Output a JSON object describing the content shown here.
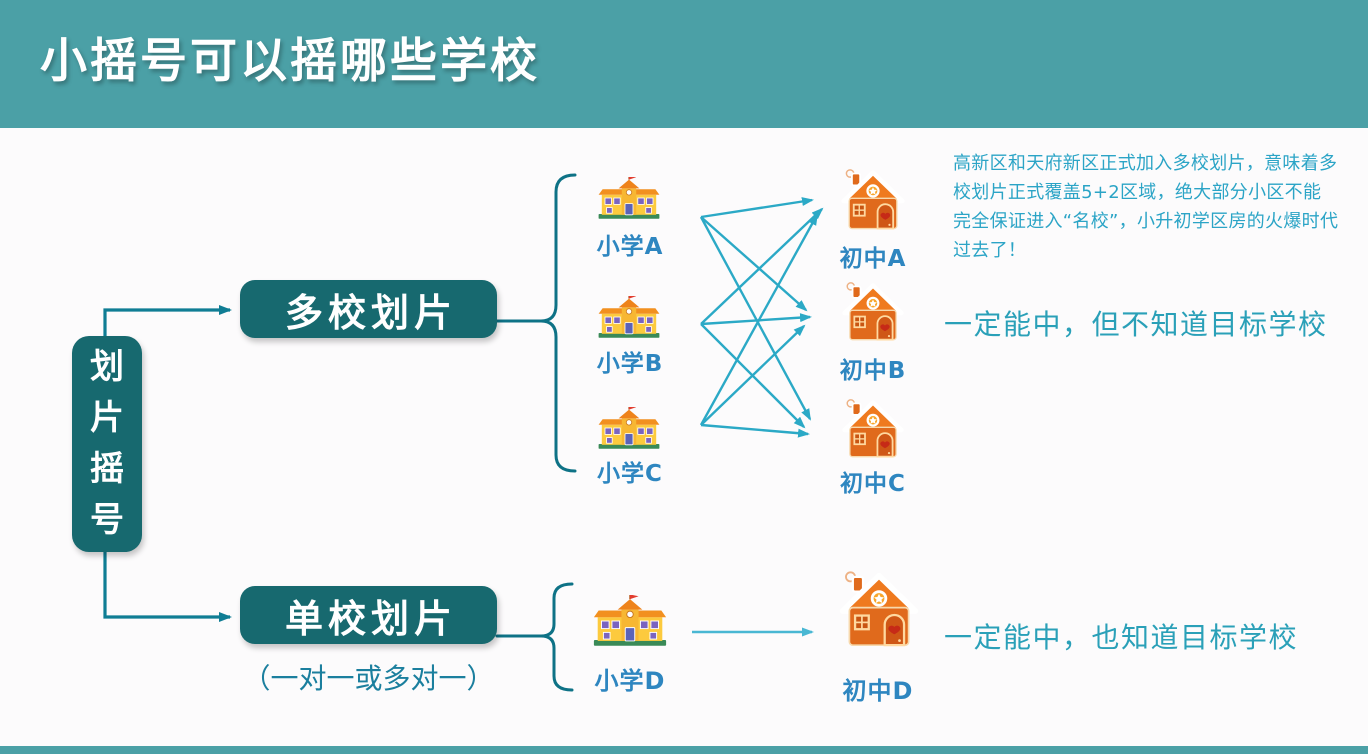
{
  "header": {
    "title": "小摇号可以摇哪些学校"
  },
  "diagram": {
    "root_label": "划片摇号",
    "branches": [
      {
        "label": "多校划片"
      },
      {
        "label": "单校划片",
        "note": "（一对一或多对一）"
      }
    ],
    "primary_schools": [
      {
        "label": "小学A"
      },
      {
        "label": "小学B"
      },
      {
        "label": "小学C"
      },
      {
        "label": "小学D"
      }
    ],
    "middle_schools": [
      {
        "label": "初中A"
      },
      {
        "label": "初中B"
      },
      {
        "label": "初中C"
      },
      {
        "label": "初中D"
      }
    ]
  },
  "annotations": {
    "policy_note": "高新区和天府新区正式加入多校划片，意味着多校划片正式覆盖5+2区域，绝大部分小区不能完全保证进入“名校”，小升初学区房的火爆时代过去了！",
    "multi_result": "一定能中，但不知道目标学校",
    "single_result": "一定能中，也知道目标学校"
  },
  "icons": {
    "primary_school": "school-building-icon",
    "middle_school": "gingerbread-house-icon"
  },
  "colors": {
    "header_bg": "#4BA0A6",
    "node_bg": "#17696F",
    "wire": "#0F7D94",
    "fanout_arrow": "#2BA9C6",
    "direct_arrow": "#49B7D3",
    "label_text": "#2E86C0",
    "annotation_text": "#2BA4C6",
    "result_text": "#2AA0B8"
  }
}
